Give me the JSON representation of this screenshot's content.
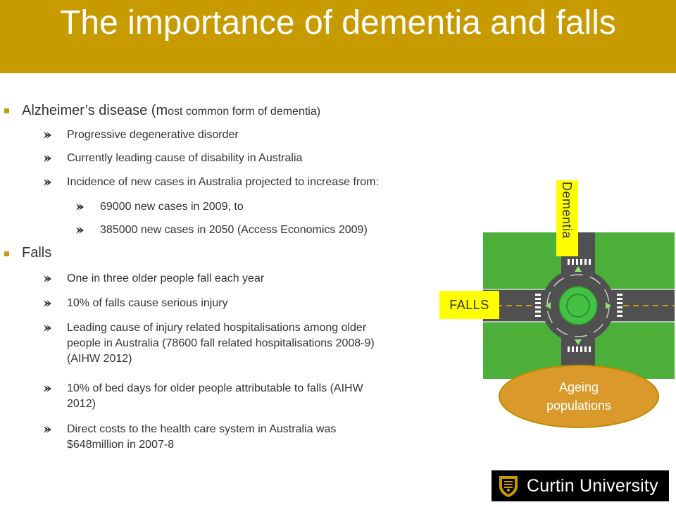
{
  "slide": {
    "title": "The importance of dementia and falls"
  },
  "sections": [
    {
      "heading": "Alzheimer’s disease (m",
      "heading_small": "ost common form of dementia)",
      "items": [
        {
          "text": "Progressive degenerative disorder",
          "level": 2
        },
        {
          "text": "Currently leading cause of disability in Australia",
          "level": 2
        },
        {
          "text": "Incidence of new cases in Australia projected to increase from:",
          "level": 2
        },
        {
          "text": "69000 new cases in 2009, to",
          "level": 3
        },
        {
          "text": "385000 new cases in 2050 (Access Economics 2009)",
          "level": 3
        }
      ]
    },
    {
      "heading": "Falls",
      "items": [
        {
          "lines": [
            "One in three older people fall each year"
          ]
        },
        {
          "lines": [
            "10% of falls cause serious injury"
          ]
        },
        {
          "lines": [
            "Leading cause of injury related hospitalisations among older",
            "people in Australia (78600 fall related hospitalisations 2008-9)",
            "(AIHW 2012)"
          ]
        },
        {
          "lines": [
            "10% of bed days for older people attributable to falls (AIHW",
            "2012)"
          ]
        },
        {
          "lines": [
            "Direct costs to the health care system in Australia was",
            "$648million in 2007-8"
          ]
        }
      ]
    }
  ],
  "diagram": {
    "dementia_label": "Dementia",
    "falls_label": "FALLS",
    "ageing_label_line1": "Ageing",
    "ageing_label_line2": "populations"
  },
  "logo": {
    "text": "Curtin University"
  },
  "colors": {
    "title_bar": "#c79a00",
    "grass": "#4caf3a",
    "road": "#505050",
    "label_yellow": "#ffff00",
    "ageing_oval": "#d99a2b",
    "roundabout_center": "#44c044"
  }
}
